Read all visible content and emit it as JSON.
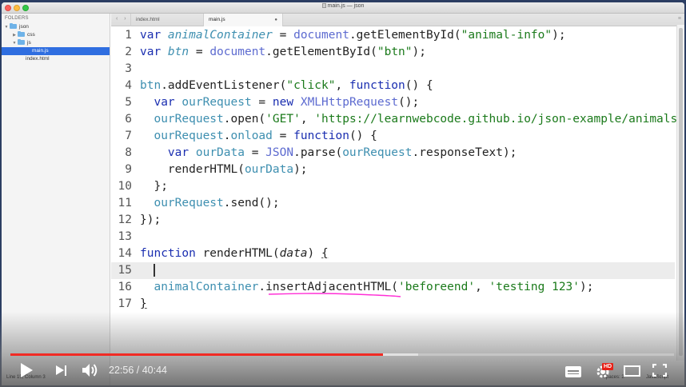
{
  "window": {
    "title": "main.js — json"
  },
  "sidebar": {
    "header": "FOLDERS",
    "items": [
      {
        "label": "json",
        "type": "folder",
        "expanded": true,
        "depth": 0
      },
      {
        "label": "css",
        "type": "folder",
        "expanded": false,
        "depth": 1
      },
      {
        "label": "js",
        "type": "folder",
        "expanded": true,
        "depth": 1
      },
      {
        "label": "main.js",
        "type": "file",
        "selected": true,
        "depth": 3
      },
      {
        "label": "index.html",
        "type": "file",
        "depth": 2
      }
    ]
  },
  "tabs": {
    "nav": "‹ ›",
    "items": [
      {
        "label": "index.html",
        "active": false
      },
      {
        "label": "main.js",
        "active": true,
        "modified_marker": "●"
      }
    ],
    "menu_icon": "≡"
  },
  "editor": {
    "current_line": 15,
    "lines": [
      {
        "n": "1"
      },
      {
        "n": "2"
      },
      {
        "n": "3"
      },
      {
        "n": "4"
      },
      {
        "n": "5"
      },
      {
        "n": "6"
      },
      {
        "n": "7"
      },
      {
        "n": "8"
      },
      {
        "n": "9"
      },
      {
        "n": "10"
      },
      {
        "n": "11"
      },
      {
        "n": "12"
      },
      {
        "n": "13"
      },
      {
        "n": "14"
      },
      {
        "n": "15"
      },
      {
        "n": "16"
      },
      {
        "n": "17"
      }
    ],
    "tokens": {
      "l1": [
        "var",
        " animalContainer",
        " = ",
        "document",
        ".getElementById(",
        "\"animal-info\"",
        ");"
      ],
      "l2": [
        "var",
        " btn",
        " = ",
        "document",
        ".getElementById(",
        "\"btn\"",
        ");"
      ],
      "l4": [
        "btn",
        ".addEventListener(",
        "\"click\"",
        ", ",
        "function",
        "() {"
      ],
      "l5": [
        "var",
        " ourRequest",
        " = ",
        "new",
        " XMLHttpRequest",
        "();"
      ],
      "l6": [
        "ourRequest",
        ".open(",
        "'GET'",
        ", ",
        "'https://learnwebcode.github.io/json-example/animals-"
      ],
      "l7": [
        "ourRequest",
        ".",
        "onload",
        " = ",
        "function",
        "() {"
      ],
      "l8": [
        "var",
        " ourData",
        " = ",
        "JSON",
        ".parse(",
        "ourRequest",
        ".responseText);"
      ],
      "l9": [
        "renderHTML(",
        "ourData",
        ");"
      ],
      "l10": [
        "};"
      ],
      "l11": [
        "ourRequest",
        ".send();"
      ],
      "l12": [
        "});"
      ],
      "l14": [
        "function",
        " renderHTML(",
        "data",
        ") ",
        "{"
      ],
      "l16": [
        "animalContainer",
        ".",
        "insertAdjacentHTML",
        "(",
        "'beforeend'",
        ", ",
        "'testing 123'",
        ");"
      ],
      "l17": [
        "}"
      ]
    }
  },
  "statusbar": {
    "position": "Line 15, Column 3",
    "indent": "Spaces: 2",
    "syntax": "JavaScript"
  },
  "player": {
    "current_time": "22:56",
    "duration": "40:44",
    "time_display": "22:56 / 40:44",
    "played_percent": 56.1,
    "buffered_percent": 61.5,
    "hd_badge": "HD",
    "accent_color": "#f12b24"
  }
}
